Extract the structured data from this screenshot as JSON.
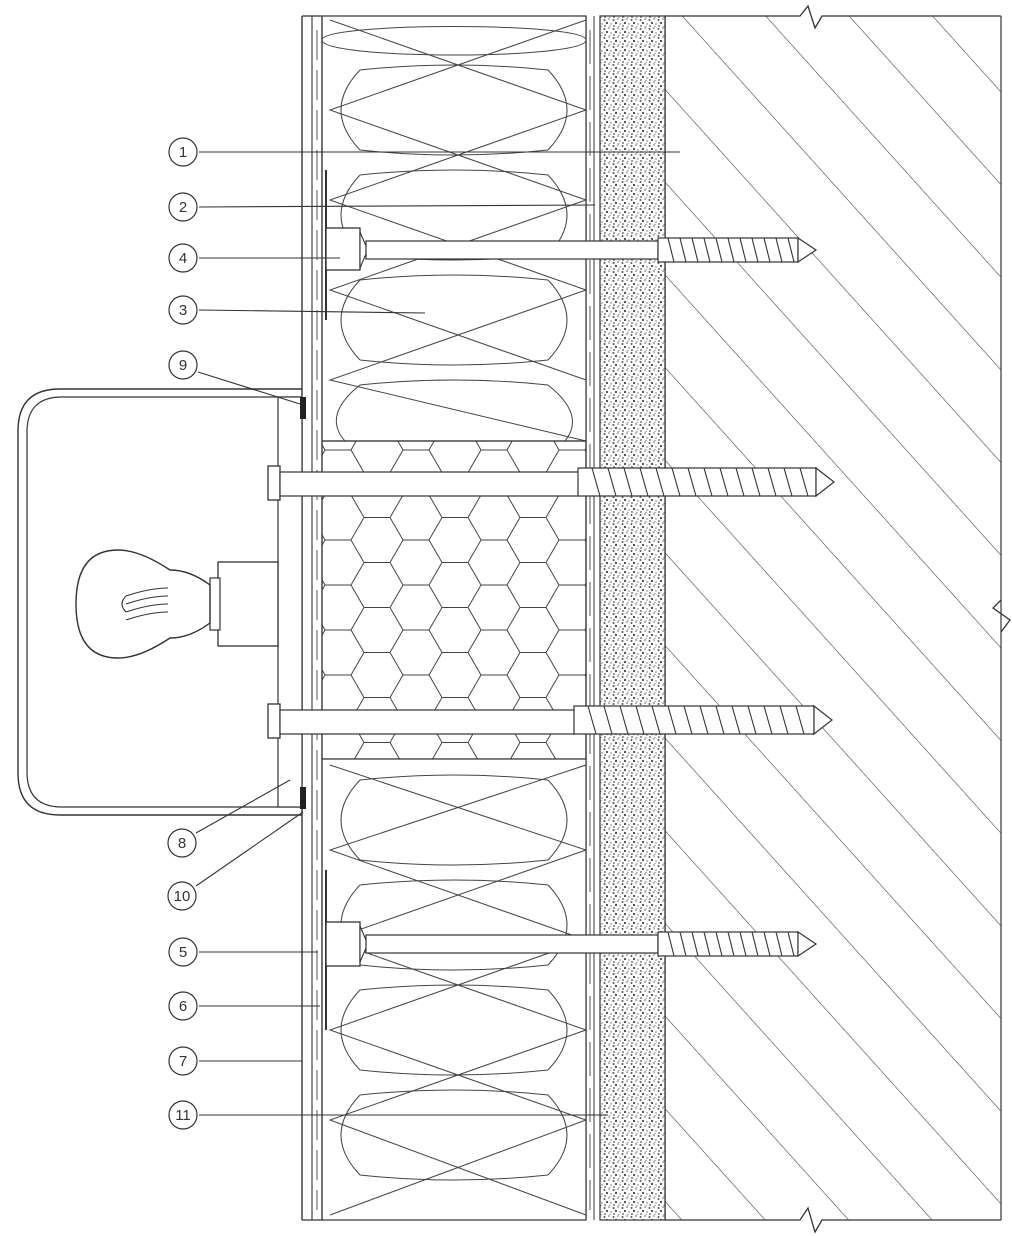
{
  "callouts": [
    {
      "id": "c1",
      "label": "1"
    },
    {
      "id": "c2",
      "label": "2"
    },
    {
      "id": "c4",
      "label": "4"
    },
    {
      "id": "c3",
      "label": "3"
    },
    {
      "id": "c9",
      "label": "9"
    },
    {
      "id": "c8",
      "label": "8"
    },
    {
      "id": "c10",
      "label": "10"
    },
    {
      "id": "c5",
      "label": "5"
    },
    {
      "id": "c6",
      "label": "6"
    },
    {
      "id": "c7",
      "label": "7"
    },
    {
      "id": "c11",
      "label": "11"
    }
  ],
  "colors": {
    "line": "#3a3a3a",
    "background": "#ffffff",
    "plaster": "#9a9a9a"
  }
}
